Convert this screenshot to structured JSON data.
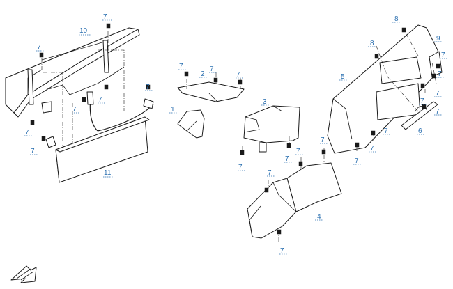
{
  "labels": {
    "p1": "1",
    "p2": "2",
    "p3": "3",
    "p4": "4",
    "p5": "5",
    "p6": "6",
    "p7": "7",
    "p8": "8",
    "p9": "9",
    "p10": "10",
    "p11": "11"
  },
  "colors": {
    "label_blue": "#2a6fb0",
    "line": "#1a1a1a",
    "background": "#ffffff"
  },
  "icons": {
    "direction_indicator": "front-arrow-icon"
  }
}
